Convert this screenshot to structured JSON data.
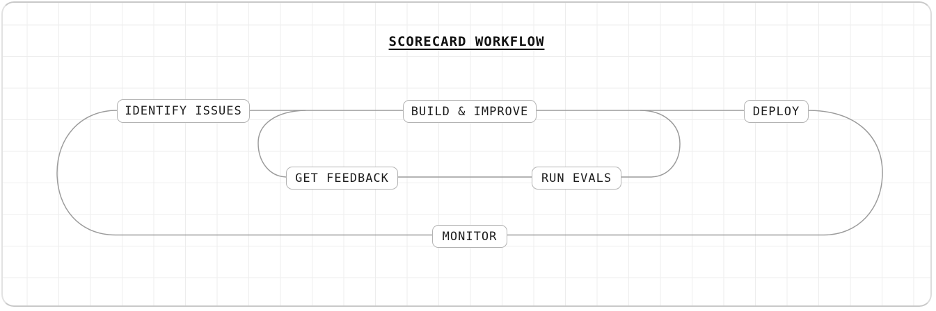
{
  "title": "SCORECARD WORKFLOW",
  "diagram": {
    "nodes": [
      {
        "id": "identify-issues",
        "label": "IDENTIFY ISSUES"
      },
      {
        "id": "build-improve",
        "label": "BUILD & IMPROVE"
      },
      {
        "id": "deploy",
        "label": "DEPLOY"
      },
      {
        "id": "get-feedback",
        "label": "GET FEEDBACK"
      },
      {
        "id": "run-evals",
        "label": "RUN EVALS"
      },
      {
        "id": "monitor",
        "label": "MONITOR"
      }
    ],
    "edges": [
      {
        "from": "identify-issues",
        "to": "build-improve"
      },
      {
        "from": "build-improve",
        "to": "deploy"
      },
      {
        "from": "build-improve",
        "to": "run-evals"
      },
      {
        "from": "run-evals",
        "to": "get-feedback"
      },
      {
        "from": "get-feedback",
        "to": "build-improve"
      },
      {
        "from": "deploy",
        "to": "monitor"
      },
      {
        "from": "monitor",
        "to": "identify-issues"
      }
    ]
  },
  "colors": {
    "background": "#ffffff",
    "grid_line": "#ededed",
    "canvas_border": "#c9c9c9",
    "node_border": "#b3b3b3",
    "node_fill": "#ffffff",
    "connector": "#9c9c9c",
    "text": "#1d1d1d"
  }
}
